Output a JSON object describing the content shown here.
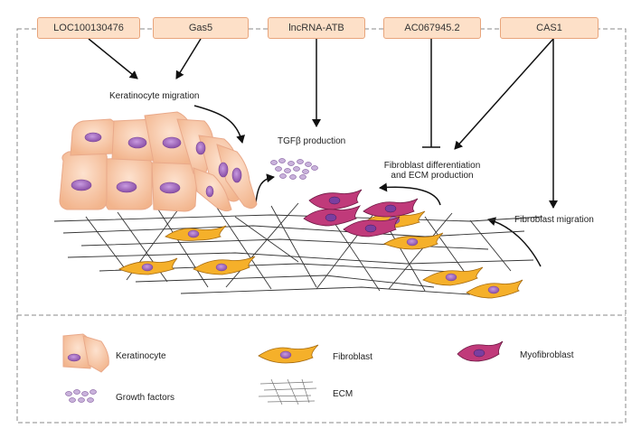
{
  "lncrnas": [
    {
      "label": "LOC100130476"
    },
    {
      "label": "Gas5"
    },
    {
      "label": "lncRNA-ATB"
    },
    {
      "label": "AC067945.2"
    },
    {
      "label": "CAS1"
    }
  ],
  "processes": {
    "keratinocyte_migration": "Keratinocyte migration",
    "tgfb_production": "TGFβ production",
    "fibroblast_diff_line1": "Fibroblast differentiation",
    "fibroblast_diff_line2": "and ECM production",
    "fibroblast_migration": "Fibroblast migration"
  },
  "legend": {
    "keratinocyte": "Keratinocyte",
    "fibroblast": "Fibroblast",
    "myofibroblast": "Myofibroblast",
    "growth_factors": "Growth factors",
    "ecm": "ECM"
  },
  "colors": {
    "box_fill": "#fde0c8",
    "box_border": "#e8a57c",
    "keratinocyte": "#f8c9a8",
    "nucleus": "#a06ab4",
    "fibroblast": "#f0a820",
    "myofibroblast": "#b02a6a",
    "growth_factor": "#a98cc0"
  }
}
